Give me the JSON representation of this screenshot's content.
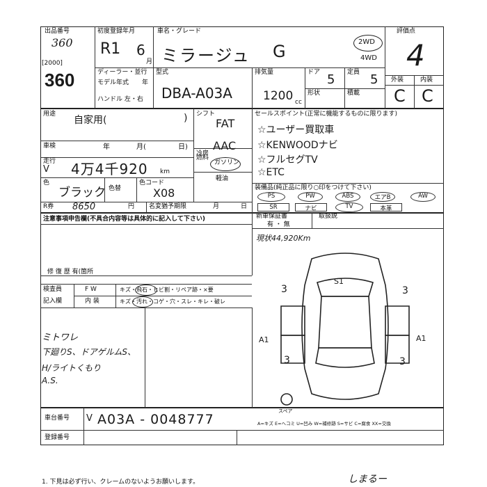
{
  "header": {
    "lot_label": "出品番号",
    "lot_handwritten": "360",
    "year_code": "[2000]",
    "lot_number": "360",
    "reg_label": "初度登録年月",
    "reg_era": "R1",
    "reg_month": "6",
    "reg_month_unit": "月",
    "model_name_label": "車名・グレード",
    "model_name": "ミラージュ",
    "grade": "G",
    "drive_2wd": "2WD",
    "drive_4wd": "4WD",
    "score_label": "評価点",
    "score": "4",
    "dealer_label": "ディーラー・並行",
    "model_year_label": "モデル年式",
    "year_unit": "年",
    "handle_label": "ハンドル 左・右",
    "type_label": "型式",
    "type_value": "DBA-A03A",
    "displacement_label": "排気量",
    "displacement_value": "1200",
    "displacement_unit": "cc",
    "doors_label": "ドア",
    "doors_value": "5",
    "capacity_label": "定員",
    "capacity_value": "5",
    "shape_label": "形状",
    "load_label": "積載",
    "exterior_label": "外装",
    "interior_label": "内装",
    "exterior_grade": "C",
    "interior_grade": "C"
  },
  "info": {
    "usage_label": "用途",
    "usage_value": "自家用(",
    "usage_close": ")",
    "inspection_label": "車検",
    "inspection_year": "年",
    "inspection_month": "月(",
    "inspection_day": "日)",
    "mileage_label": "走行",
    "mileage_prefix": "V",
    "mileage_value": "4万4千920",
    "mileage_unit": "km",
    "color_label": "色",
    "color_value": "ブラック",
    "color_change_label": "色替",
    "color_code_label": "色コード",
    "color_code_value": "X08",
    "recycle_label": "R券",
    "recycle_value": "8650",
    "recycle_unit": "円",
    "name_change_label": "名変猶予期限",
    "name_change_unit_month": "月",
    "name_change_unit_day": "日",
    "shift_label": "シフト",
    "shift_value": "FAT",
    "ac_label": "冷房",
    "ac_value": "AAC",
    "fuel_label": "燃料",
    "fuel_value": "ガソリン",
    "fuel_option": "軽油"
  },
  "sales_points": {
    "label": "セールスポイント(正常に機能するものに限ります)",
    "items": [
      "☆ユーザー買取車",
      "☆KENWOODナビ",
      "☆フルセグTV",
      "☆ETC"
    ]
  },
  "equipment": {
    "label": "装備品(純正品に限り○印をつけて下さい)",
    "row1": [
      "PS",
      "PW",
      "ABS",
      "エアB",
      "AW"
    ],
    "row2": [
      "SR",
      "ナビ",
      "TV",
      "本革"
    ]
  },
  "new_car_warranty": {
    "label": "新車保証書",
    "options": "有 ・ 無",
    "maintenance_label": "取扱説"
  },
  "notes": {
    "label": "注意事項申告欄(不具合内容等は具体的に記入して下さい)",
    "repair_label": "修 復 歴  有(箇所",
    "mileage_note": "現状44,920Km"
  },
  "inspector": {
    "label": "検査員",
    "entry_label": "記入欄",
    "fw": "F W",
    "interior": "内 装",
    "row1": "キズ・飛石・ヒビ割・リペア跡・×要",
    "row2": "キズ・汚れ・コゲ・穴・スレ・キレ・破レ"
  },
  "comments": {
    "lines": [
      "ミトワレ",
      "下廻りS、ドアゲルムS、",
      "H/ライトくもり",
      "A.S."
    ]
  },
  "diagram": {
    "marks": [
      "3",
      "3",
      "3",
      "3",
      "A1",
      "A1",
      "S1"
    ],
    "spare_label": "スペア",
    "legend": "A=キズ  E=ヘコミ  U=凹み  W=補修跡  S=サビ  C=腐食  XX=交換"
  },
  "chassis": {
    "label": "車台番号",
    "value": "A03A - 0048777",
    "prefix": "V",
    "reg_label": "登録番号"
  },
  "footer": {
    "note": "1. 下見は必ず行い、クレームのないようお願いします。",
    "signature": "しまるー"
  }
}
